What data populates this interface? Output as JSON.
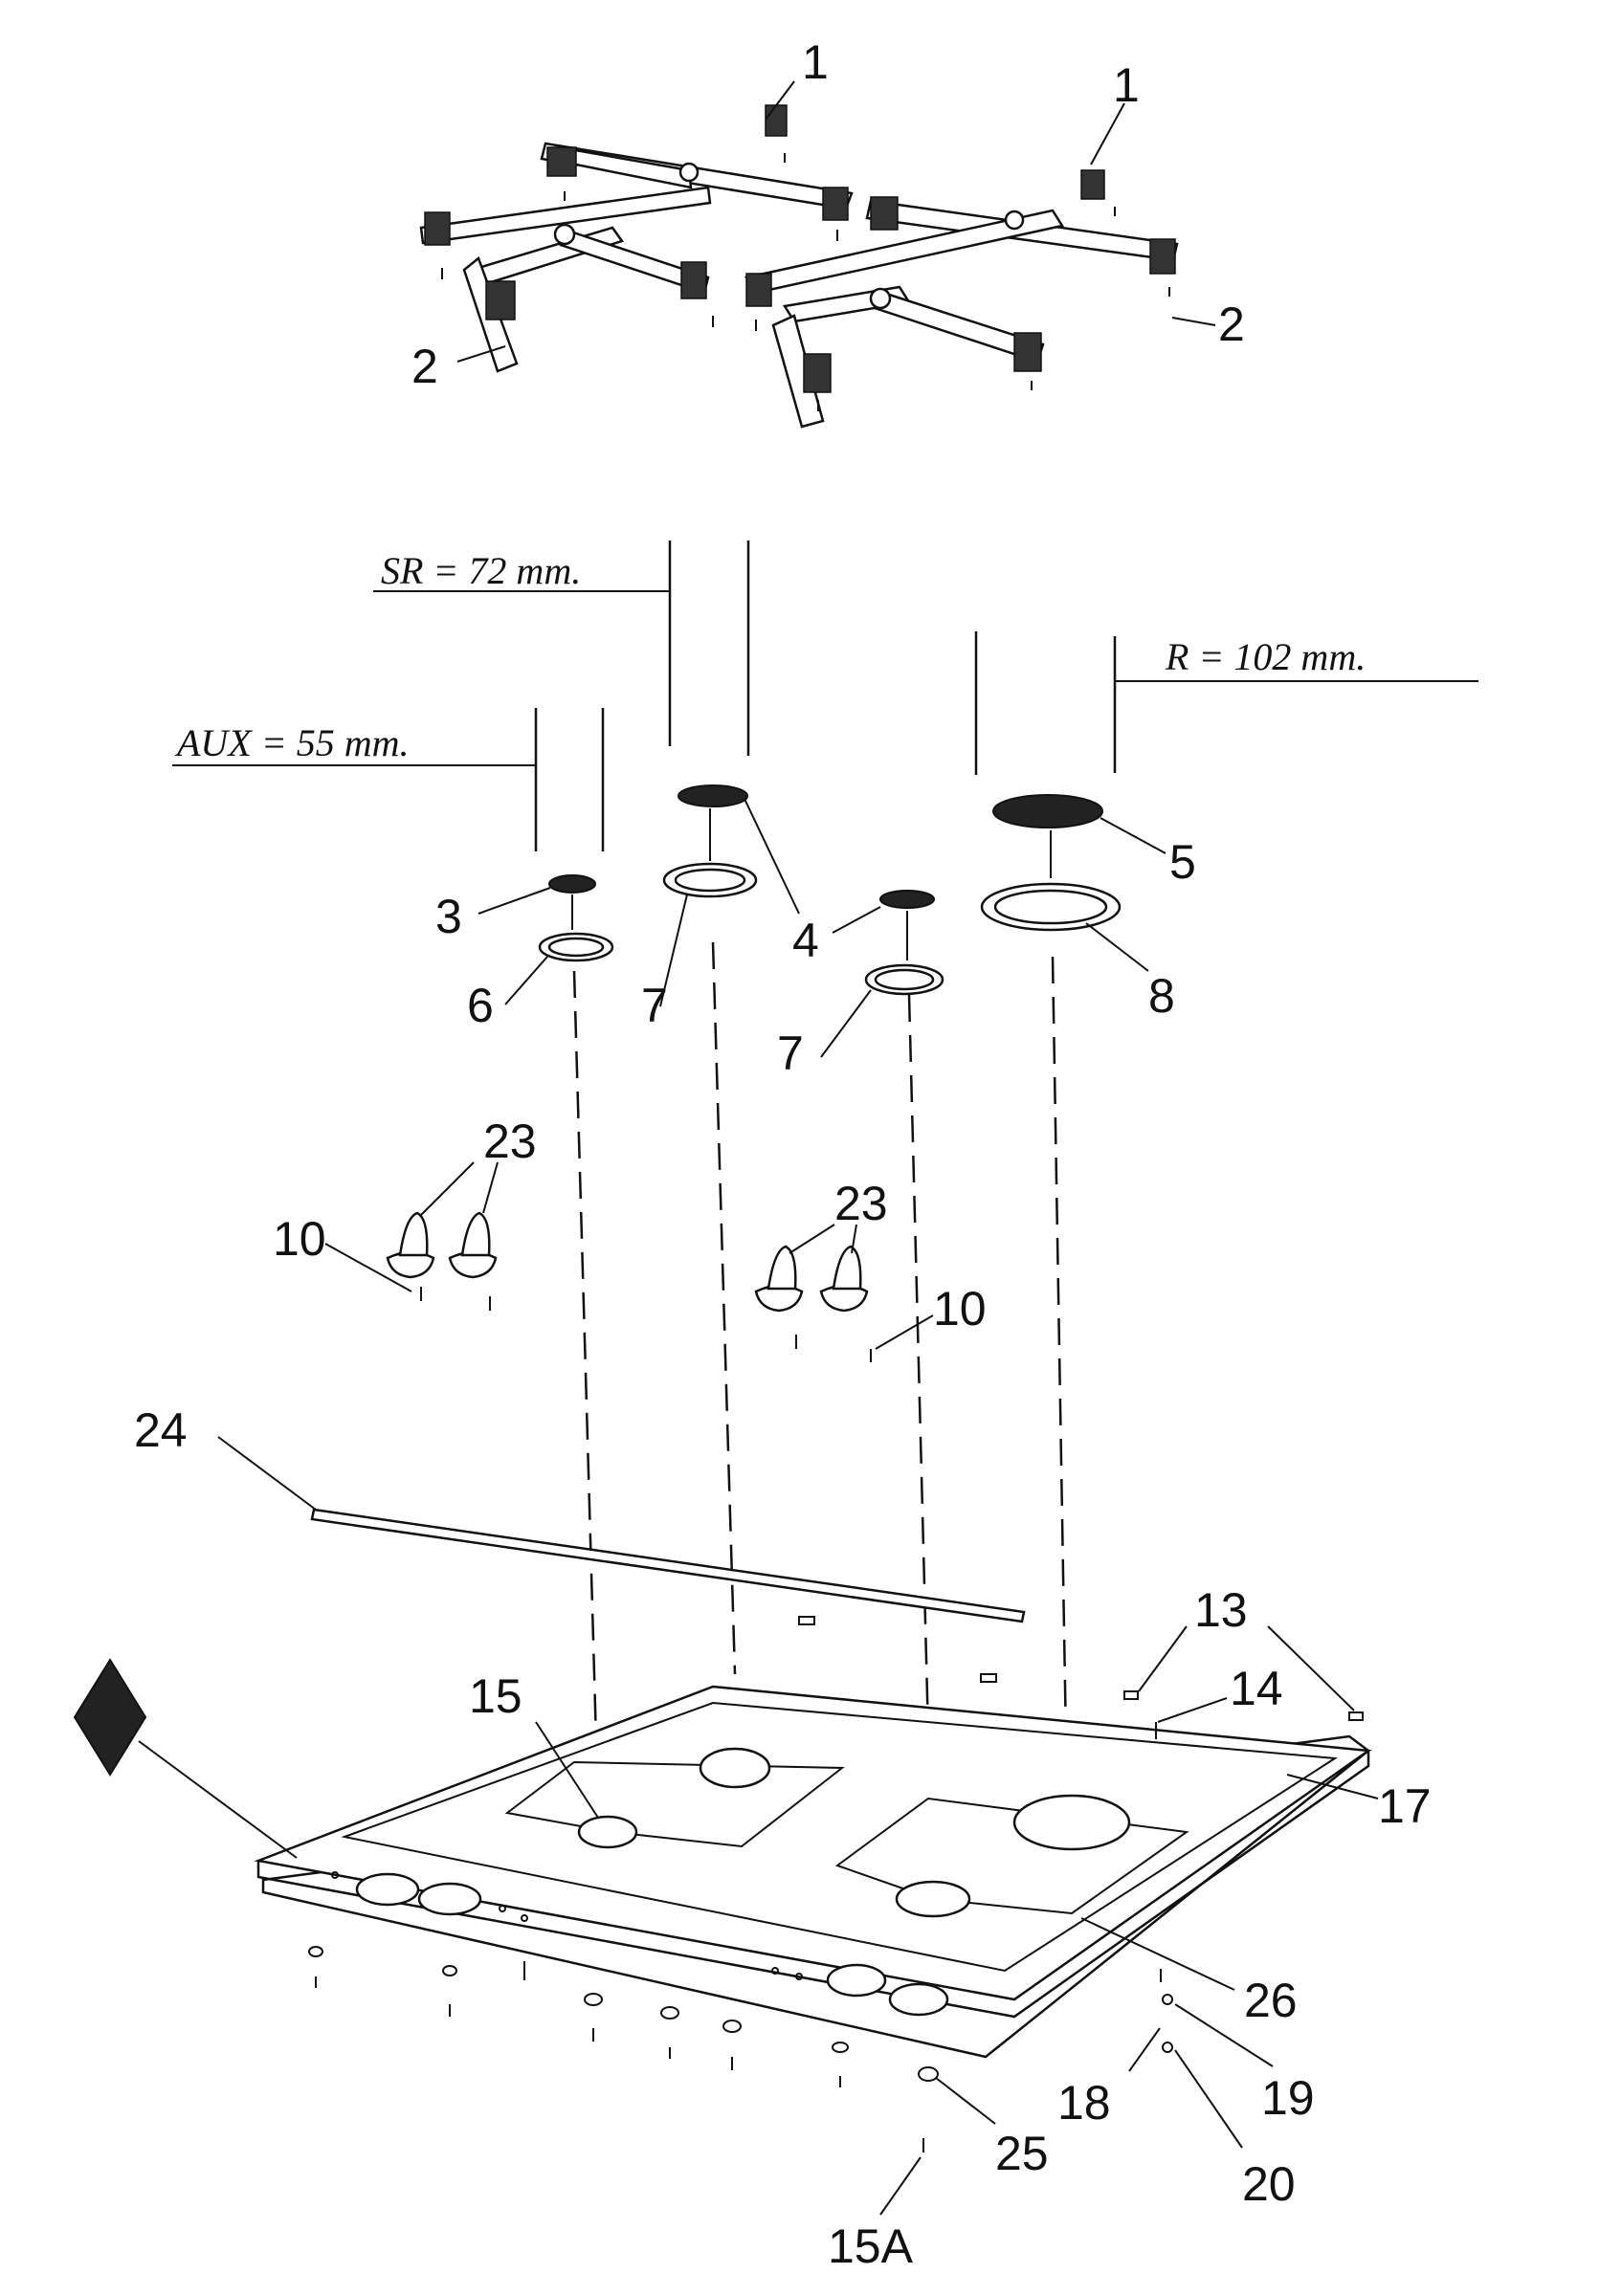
{
  "dimensions": {
    "sr": "SR = 72 mm.",
    "r": "R = 102 mm.",
    "aux": "AUX = 55 mm."
  },
  "callouts": {
    "c1a": "1",
    "c1b": "1",
    "c2a": "2",
    "c2b": "2",
    "c3": "3",
    "c4a": "4",
    "c4b": "4",
    "c5": "5",
    "c6": "6",
    "c7a": "7",
    "c7b": "7",
    "c8": "8",
    "c10a": "10",
    "c10b": "10",
    "c23a": "23",
    "c23b": "23",
    "c24": "24",
    "c13": "13",
    "c14": "14",
    "c15": "15",
    "c17": "17",
    "c26": "26",
    "c18": "18",
    "c19": "19",
    "c20": "20",
    "c25": "25",
    "c15A": "15A"
  }
}
